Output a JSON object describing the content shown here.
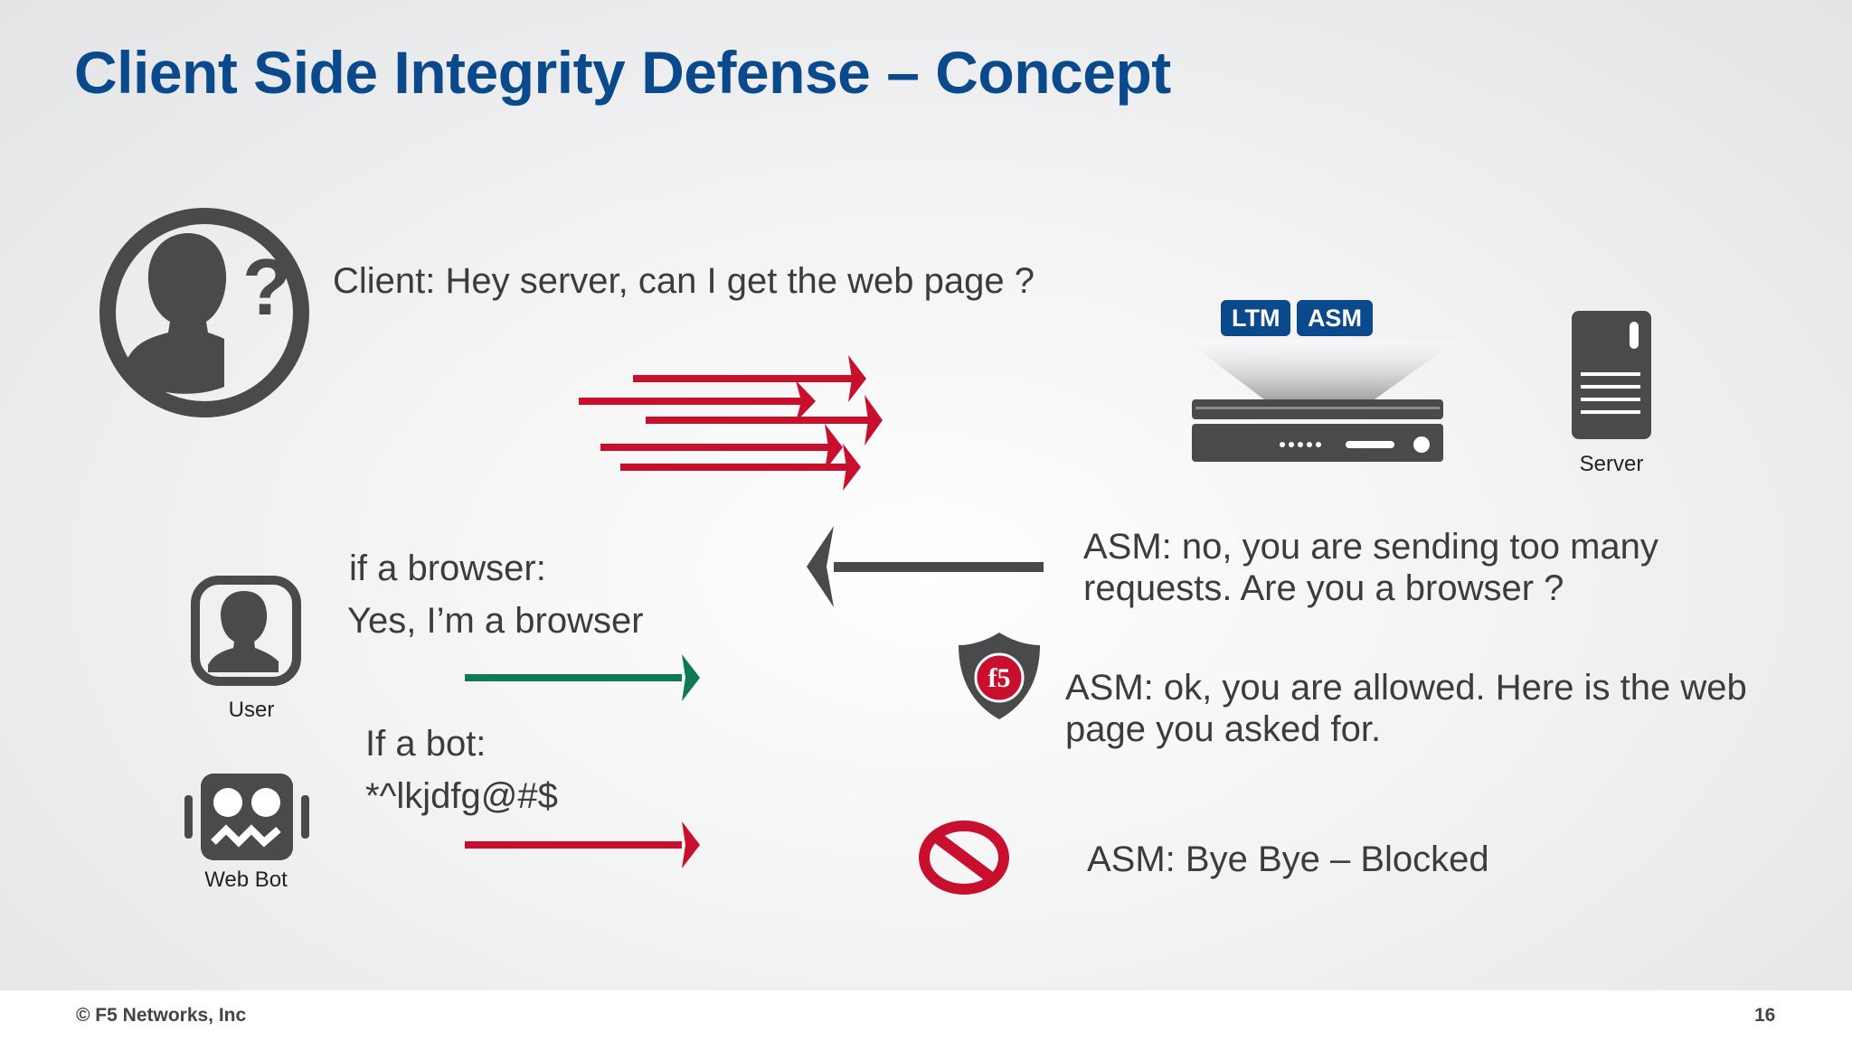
{
  "slide": {
    "title": "Client Side Integrity Defense – Concept",
    "page_number": "16",
    "copyright": "© F5 Networks, Inc"
  },
  "client": {
    "request_text": "Client: Hey server, can I get the web page ?",
    "question_mark": "?"
  },
  "device": {
    "tags": [
      "LTM",
      "ASM"
    ],
    "server_label": "Server"
  },
  "asm_messages": {
    "challenge_line1": "ASM: no, you are sending too many",
    "challenge_line2": "requests. Are you a browser ?",
    "allowed_line1": "ASM: ok, you are allowed. Here is the web",
    "allowed_line2": "page  you asked for.",
    "blocked": "ASM: Bye Bye – Blocked"
  },
  "browser_case": {
    "condition": "if a browser:",
    "reply": "Yes, I’m a browser",
    "label": "User"
  },
  "bot_case": {
    "condition": "If a bot:",
    "reply": "*^lkjdfg@#$",
    "label": "Web Bot"
  },
  "shield_logo_text": "f5",
  "colors": {
    "title_blue": "#0a4a8c",
    "red_arrow": "#c8102e",
    "green_arrow": "#0e7a52",
    "gray_icon": "#4a4a4c"
  }
}
